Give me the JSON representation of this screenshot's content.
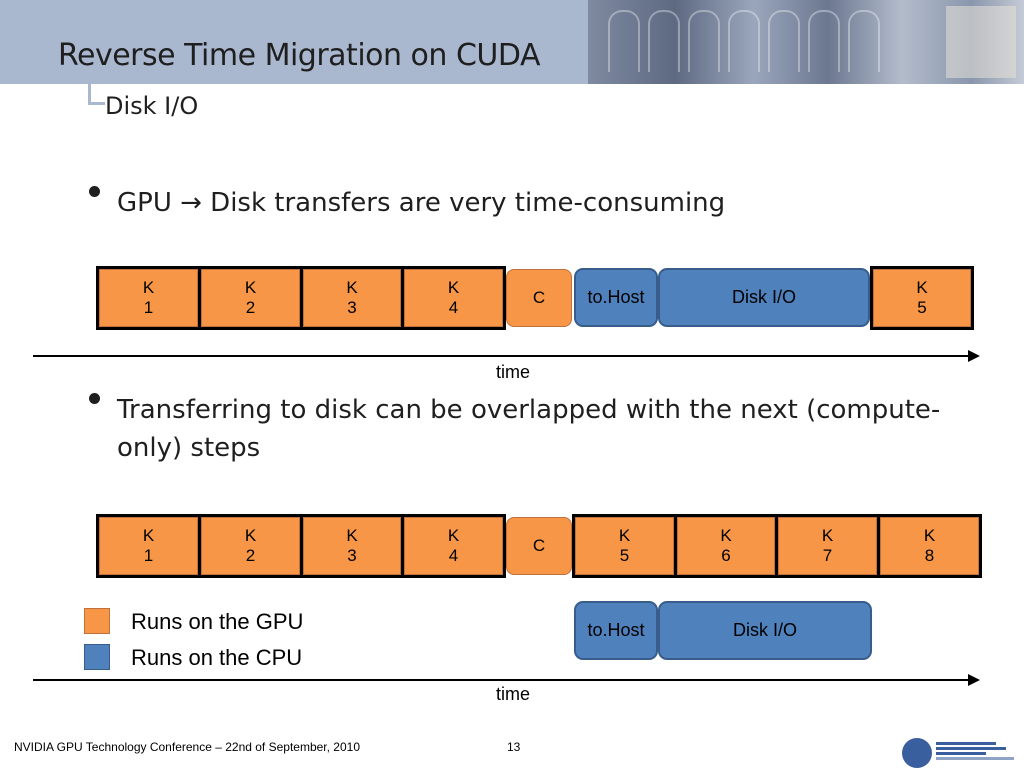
{
  "header": {
    "title": "Reverse Time Migration on CUDA",
    "subtitle": "Disk I/O"
  },
  "bullets": [
    "GPU → Disk transfers are very time-consuming",
    "Transferring to disk can be overlapped with the next (compute-only) steps"
  ],
  "diagram1": {
    "gpu_blocks": [
      "K 1",
      "K 2",
      "K 3",
      "K 4",
      "C",
      "K 5"
    ],
    "cpu_blocks": [
      "to.Host",
      "Disk I/O"
    ],
    "axis_label": "time"
  },
  "diagram2": {
    "gpu_blocks": [
      "K 1",
      "K 2",
      "K 3",
      "K 4",
      "C",
      "K 5",
      "K 6",
      "K 7",
      "K 8"
    ],
    "cpu_blocks": [
      "to.Host",
      "Disk I/O"
    ],
    "axis_label": "time"
  },
  "legend": {
    "gpu": "Runs on the GPU",
    "cpu": "Runs on the CPU"
  },
  "footer": {
    "conference": "NVIDIA GPU Technology Conference – 22nd of September, 2010",
    "page_number": "13"
  },
  "colors": {
    "gpu": "#f79646",
    "cpu": "#4f81bd"
  }
}
